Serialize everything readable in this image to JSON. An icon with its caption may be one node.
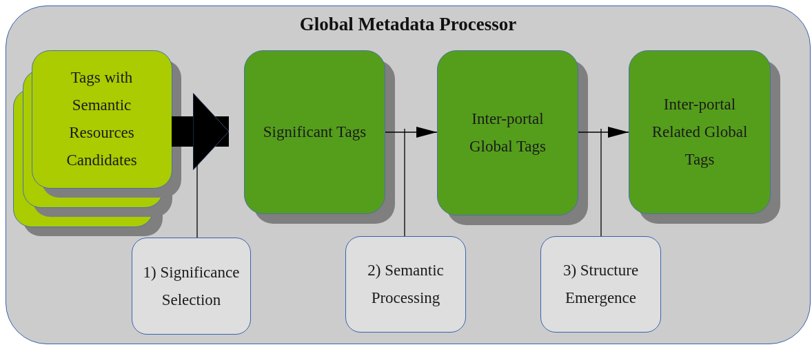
{
  "diagram": {
    "nodes": [
      {
        "text": [
          "Global Metadata Processor"
        ]
      },
      {
        "text": [
          "Tags with Semantic Resources Candidates"
        ],
        "in": 0
      },
      {
        "text": [
          "Significant Tags"
        ],
        "in": 0
      },
      {
        "text": [
          "Inter-portal Global Tags"
        ],
        "in": 0
      },
      {
        "text": [
          "Inter-portal Related Global Tags"
        ],
        "in": 0
      },
      {
        "text": [
          "1) Significance Selection"
        ],
        "in": 0
      },
      {
        "text": [
          "2) Semantic Processing"
        ],
        "in": 0
      },
      {
        "text": [
          "3) Structure Emergence"
        ],
        "in": 0
      }
    ],
    "edges": [
      {
        "from": 1,
        "to": 2,
        "arrow": "to",
        "style": "thick"
      },
      {
        "from": 2,
        "to": 3,
        "arrow": "to"
      },
      {
        "from": 3,
        "to": 4,
        "arrow": "to"
      },
      {
        "from": 5,
        "to": null,
        "arrow": "none"
      },
      {
        "from": 6,
        "to": null,
        "arrow": "none"
      },
      {
        "from": 7,
        "to": null,
        "arrow": "none"
      }
    ]
  }
}
